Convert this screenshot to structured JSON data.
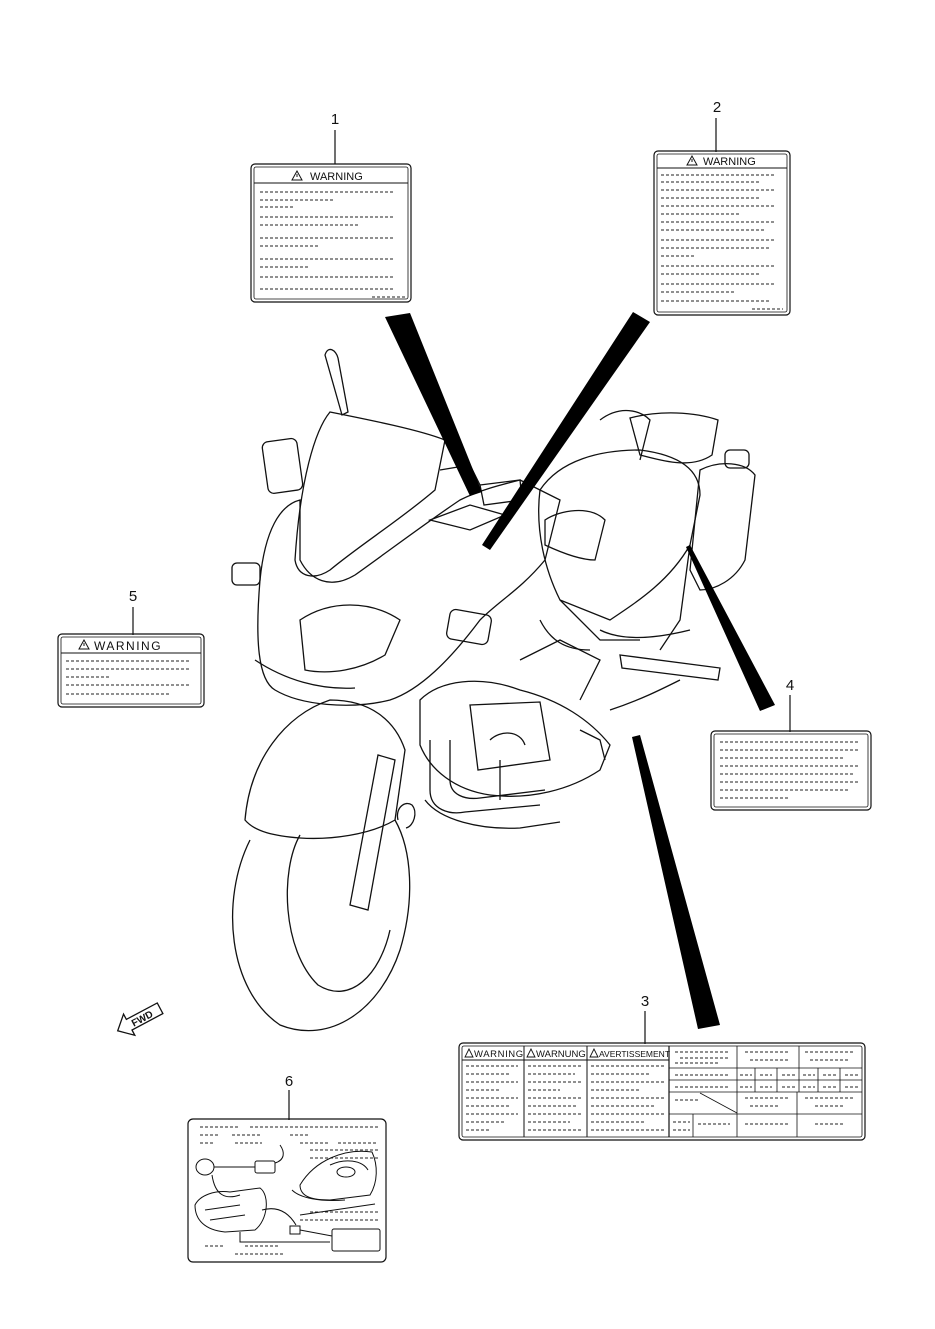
{
  "callouts": [
    {
      "number": "1",
      "heading": "WARNING"
    },
    {
      "number": "2",
      "heading": "WARNING"
    },
    {
      "number": "3",
      "headings": [
        "WARNING",
        "WARNUNG",
        "AVERTISSEMENT"
      ]
    },
    {
      "number": "4"
    },
    {
      "number": "5",
      "heading": "WARNING"
    },
    {
      "number": "6"
    }
  ],
  "direction_marker": {
    "text": "FWD",
    "icon": "forward-arrow-icon"
  }
}
